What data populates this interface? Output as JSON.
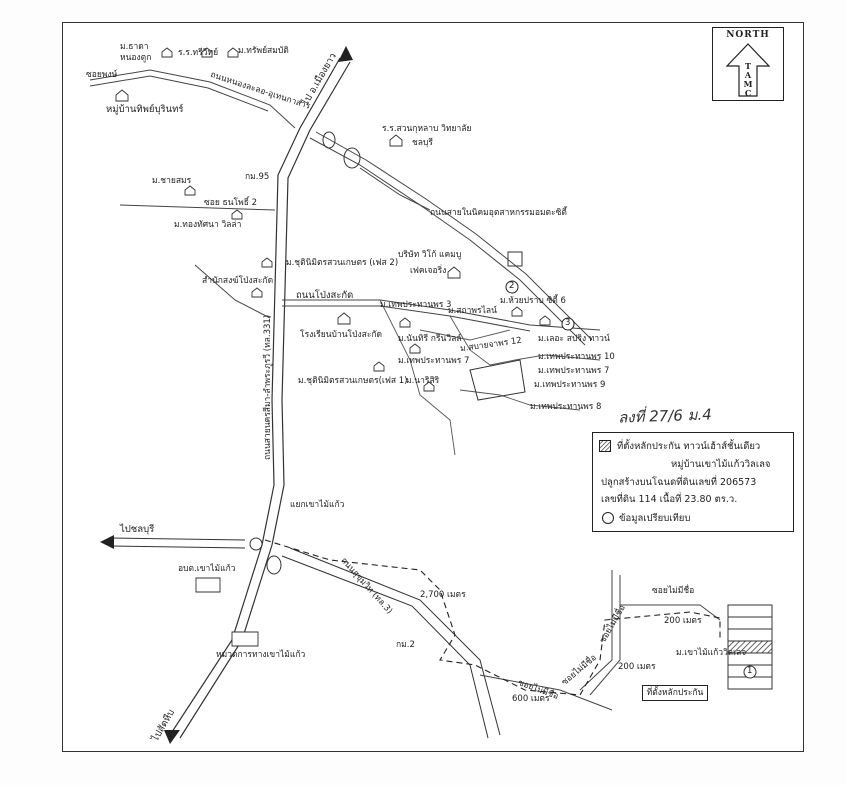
{
  "north": {
    "word": "NORTH",
    "letters": [
      "T",
      "A",
      "M",
      "C"
    ]
  },
  "roads": {
    "highway_to_north": "ไป อ.เมืองยาว",
    "highway_name": "ถนนสายนครสีมา-ลำพระภูรวี (ทล.331)",
    "road_top": "ถนนหนองละลอ-อุเทนกาสาร",
    "road_industrial": "ถนนสายในนิคมอุตสาหกรรมอมตะซิตี้",
    "road_pongsakit": "ถนนโป่งสะกัด",
    "road_sukhumvit": "ถนนสุขุมวิท (ทล.3)",
    "to_chonburi": "ไปชลบุรี",
    "to_sattahip": "ไปสัตหีบ",
    "km95": "กม.95",
    "km2": "กม.2"
  },
  "places": {
    "m_thakha": "ม.ธาดา",
    "nong_tuk": "หนองตูก",
    "rr_tha_ruu": "ร.ร.ทรีวิทย์",
    "m_srisomsuk": "ม.ทรัพย์สมบัติ",
    "soi_wachirapong": "ซอยพงษ์",
    "m_banthippurin": "หมู่บ้านทิพย์บุรินทร์",
    "rr_suan_kularb": "ร.ร.สวนกุหลาบ วิทยาลัย",
    "chonburi_school": "ชลบุรี",
    "m_chaisamorn": "ม.ชายสมร",
    "soi_thanapho": "ซอย ธนโพธิ์ 2",
    "m_thongthana": "ม.ทองทัศนา วิลล่า",
    "m_chutinmit2": "ม.ชุตินิมิตรสวนเกษตร (เฟส 2)",
    "company_name": "บริษัท วิโก้ แคมบู",
    "company_sub": "เฟคเจอริ่ง",
    "office_pongsakit": "สำนักสงฆ์โป่งสะกัด",
    "m_huai_prab": "ม.ห้วยปราบ ซิตี้ 6",
    "m_thepprathan3": "ม.เทพประทานพร 3",
    "m_soppaya": "ม.สถาพรไลน์",
    "m_lerdsaksri": "ม.เลอะ สปริง ทาวน์",
    "school_pongsakit": "โรงเรียนบ้านโป่งสะกัด",
    "m_nanthiri": "ม.นันทิรี กรีนวิลล์",
    "m_sabai": "ม.สบายจาพร 12",
    "m_thepprathan7a": "ม.เทพประทานพร 7",
    "m_chutinmit1": "ม.ชุตินิมิตรสวนเกษตร(เฟส 1)",
    "m_narisiri": "ม.นาริสิริ",
    "m_thepprathan10": "ม.เทพประทานพร 10",
    "m_thepprathan7b": "ม.เทพประทานพร 7",
    "m_thepprathan9": "ม.เทพประทานพร 9",
    "m_thepprathan8": "ม.เทพประทานพร 8",
    "khao_mai_kaew_junction": "แยกเขาไม้แก้ว",
    "obt_khao_mai_kaew": "อบต.เขาไม้แก้ว",
    "highway_office": "หมวดการทางเขาไม้แก้ว",
    "m_khao_mai_kaew_village": "ม.เขาไม้แก้ววิลเลจ",
    "soi_mai_chue_1": "ซอยไม่มีชื่อ",
    "soi_mai_chue_2": "ซอยไม่มีชื่อ",
    "soi_mai_chue_3": "ซอยไม่มีชื่อ",
    "soi_mai_chue_4": "ซอยไม่มีชื่อ"
  },
  "distances": {
    "d2700": "2,700 เมตร",
    "d600": "600 เมตร",
    "d200a": "200 เมตร",
    "d200b": "200 เมตร"
  },
  "markers": {
    "m1": "1",
    "m2": "2",
    "m3": "3"
  },
  "annotation": "ลงที่ 27/6 ม.4",
  "legend": {
    "line1": "ที่ตั้งหลักประกัน ทาวน์เฮ้าส์ชั้นเดียว",
    "line2": "หมู่บ้านเขาไม้แก้ววิลเลจ",
    "line3": "ปลูกสร้างบนโฉนดที่ดินเลขที่ 206573",
    "line4": "เลขที่ดิน 114 เนื้อที่ 23.80 ตร.ว.",
    "line5": "ข้อมูลเปรียบเทียบ"
  },
  "inset_tag": "ที่ตั้งหลักประกัน"
}
